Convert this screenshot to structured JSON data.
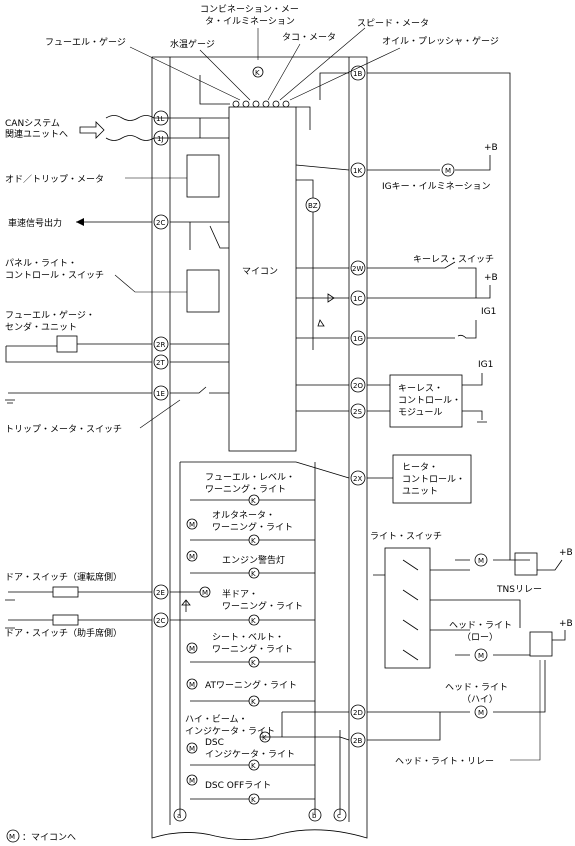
{
  "top_labels": {
    "combination_1": "コンビネーション・メー",
    "combination_2": "タ・イルミネーション",
    "fuel_gauge": "フューエル・ゲージ",
    "water_temp": "水温ゲージ",
    "tacho": "タコ・メータ",
    "speed": "スピード・メータ",
    "oil_pressure": "オイル・プレッシャ・ゲージ"
  },
  "left_labels": {
    "can_1": "CANシステム",
    "can_2": "関連ユニットへ",
    "odo": "オド／トリップ・メータ",
    "vss": "車速信号出力",
    "panel_1": "パネル・ライト・",
    "panel_2": "コントロール・スイッチ",
    "fuel_sender_1": "フューエル・ゲージ・",
    "fuel_sender_2": "センダ・ユニット",
    "trip_switch": "トリップ・メータ・スイッチ",
    "door_driver": "ドア・スイッチ（運転席側）",
    "door_passenger": "ドア・スイッチ（助手席側）"
  },
  "center": {
    "microcomputer": "マイコン",
    "fuel_warn_1": "フューエル・レベル・",
    "fuel_warn_2": "ワーニング・ライト",
    "alt_warn_1": "オルタネータ・",
    "alt_warn_2": "ワーニング・ライト",
    "engine_warn": "エンジン警告灯",
    "door_warn_1": "半ドア・",
    "door_warn_2": "ワーニング・ライト",
    "belt_warn_1": "シート・ベルト・",
    "belt_warn_2": "ワーニング・ライト",
    "at_warn": "ATワーニング・ライト",
    "hibeam_1": "ハイ・ビーム・",
    "hibeam_2": "インジケータ・ライト",
    "dsc_1": "DSC",
    "dsc_2": "インジケータ・ライト",
    "dsc_off": "DSC OFFライト"
  },
  "right_labels": {
    "ig_key_illum": "IGキー・イルミネーション",
    "keyless_switch": "キーレス・スイッチ",
    "ig1_a": "IG1",
    "ig1_b": "IG1",
    "b_plus": "+B",
    "keyless_1": "キーレス・",
    "keyless_2": "コントロール・",
    "keyless_3": "モジュール",
    "heater_1": "ヒータ・",
    "heater_2": "コントロール・",
    "heater_3": "ユニット",
    "light_switch": "ライト・スイッチ",
    "tns_relay": "TNSリレー",
    "head_low_1": "ヘッド・ライト",
    "head_low_2": "（ロー）",
    "head_high_1": "ヘッド・ライト",
    "head_high_2": "（ハイ）",
    "head_relay": "ヘッド・ライト・リレー"
  },
  "terminals": {
    "t1B": "1B",
    "t1L": "1L",
    "t1J": "1J",
    "t1K": "1K",
    "t2C": "2C",
    "t2W": "2W",
    "t1C": "1C",
    "t1G": "1G",
    "t2R": "2R",
    "t2T": "2T",
    "t1E": "1E",
    "t2O": "2O",
    "t2S": "2S",
    "t2X": "2X",
    "t2E": "2E",
    "t2C_b": "2C",
    "t2D": "2D",
    "t2B": "2B",
    "bz": "BZ"
  },
  "marks": {
    "m": "M",
    "k": "K",
    "a": "a",
    "b": "b",
    "c": "c"
  },
  "footnote": "：マイコンへ"
}
